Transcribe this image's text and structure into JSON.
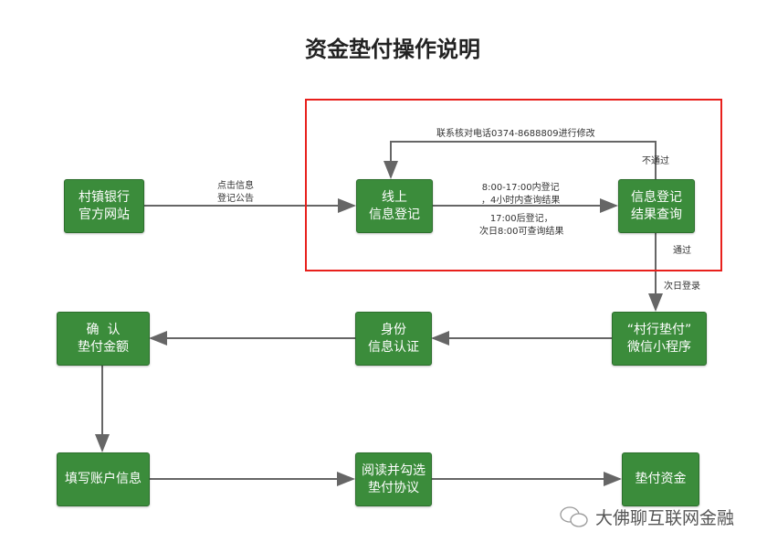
{
  "title": "资金垫付操作说明",
  "boxes": {
    "bank_site": [
      "村镇银行",
      "官方网站"
    ],
    "online_register": [
      "线上",
      "信息登记"
    ],
    "result_query": [
      "信息登记",
      "结果查询"
    ],
    "mini_program": [
      "“村行垫付”",
      "微信小程序"
    ],
    "identity": [
      "身份",
      "信息认证"
    ],
    "confirm_amount": [
      "确  认",
      "垫付金额"
    ],
    "fill_account": [
      "填写账户信息"
    ],
    "read_agreement": [
      "阅读并勾选",
      "垫付协议"
    ],
    "advance_funds": [
      "垫付资金"
    ]
  },
  "labels": {
    "click_notice": [
      "点击信息",
      "登记公告"
    ],
    "contact_phone": "联系核对电话0374-8688809进行修改",
    "not_pass": "不通过",
    "within_hours": [
      "8:00-17:00内登记",
      "，4小时内查询结果"
    ],
    "after_hours": [
      "17:00后登记，",
      "次日8:00可查询结果"
    ],
    "pass": "通过",
    "next_day_login": "次日登录"
  },
  "watermark": "大佛聊互联网金融"
}
